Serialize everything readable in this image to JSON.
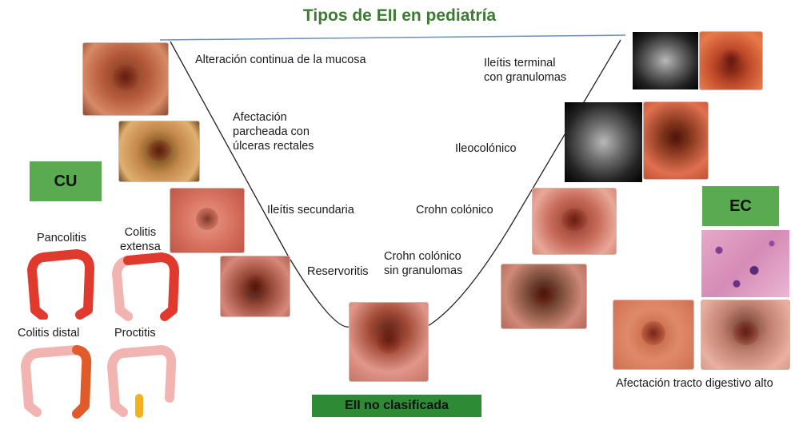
{
  "title": "Tipos de EII en pediatría",
  "boxes": {
    "cu": "CU",
    "ec": "EC",
    "eii": "EII no clasificada"
  },
  "labels": {
    "alteracion": "Alteración continua de la mucosa",
    "afectacion": "Afectación\nparcheada con\núlceras rectales",
    "ileitis_sec": "Ileítis secundaria",
    "reservoritis": "Reservoritis",
    "crohn_colonico_sin": "Crohn colónico\nsin granulomas",
    "crohn_colonico": "Crohn colónico",
    "ileocolonico": "Ileocolónico",
    "ileitis_terminal": "Ileítis terminal\ncon granulomas",
    "tracto_alto": "Afectación tracto digestivo alto"
  },
  "colon_types": {
    "pancolitis": "Pancolitis",
    "extensa": "Colitis\nextensa",
    "distal": "Colitis distal",
    "proctitis": "Proctitis"
  },
  "colors": {
    "title": "#3d7a32",
    "box_light": "#5aaa50",
    "box_dark": "#2f8a36",
    "inflamed": "#e03a2f",
    "healthy": "#f2b4b0",
    "rectum": "#f0b020",
    "topline": "#6a8fc0"
  }
}
